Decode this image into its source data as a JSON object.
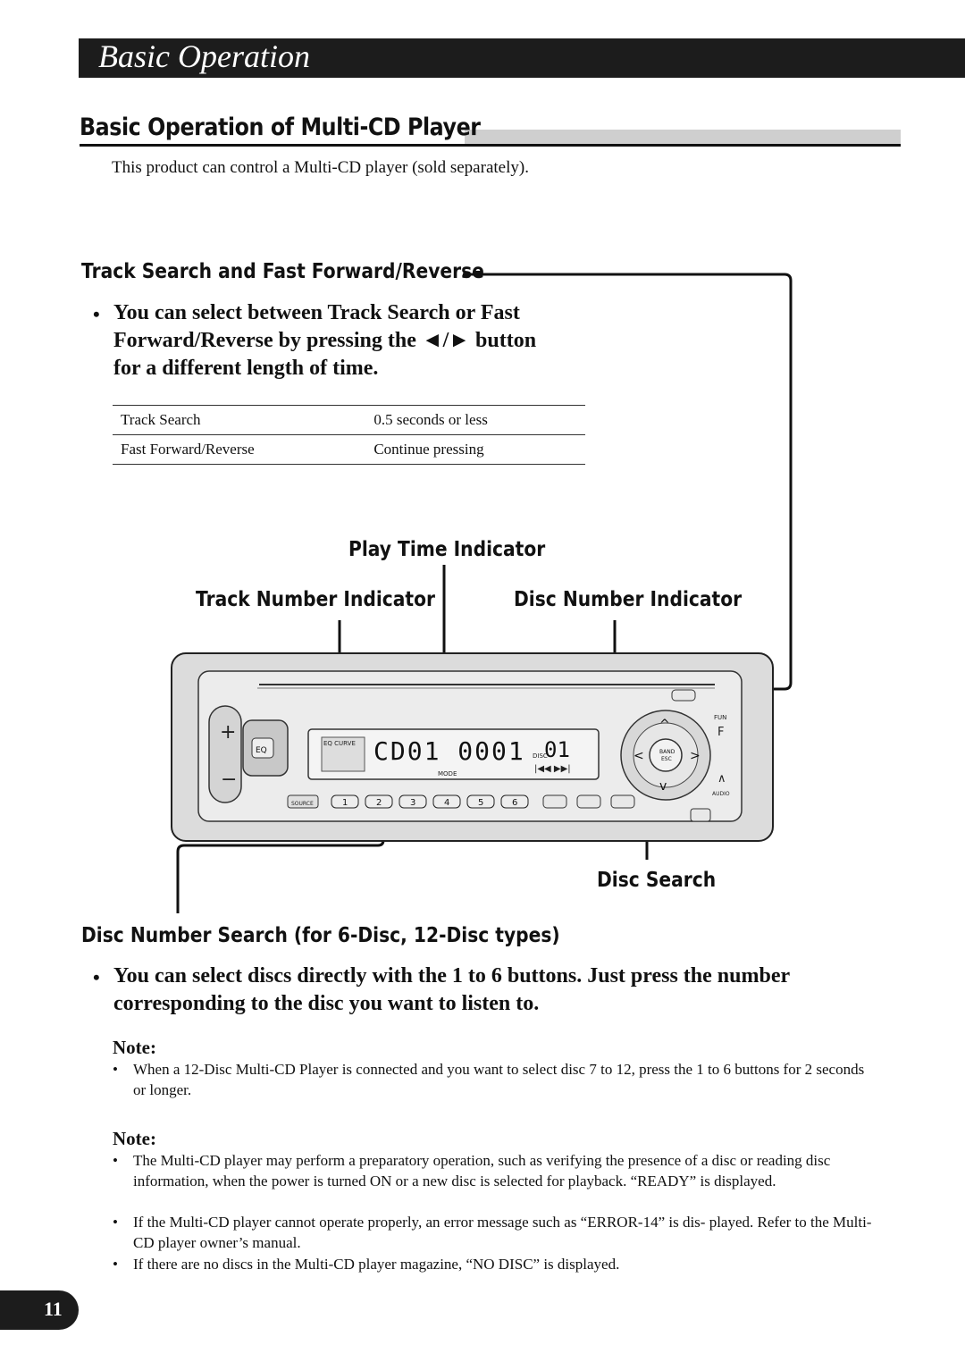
{
  "header": {
    "title": "Basic Operation"
  },
  "section": {
    "title": "Basic Operation of Multi-CD Player",
    "intro": "This product can control a Multi-CD player (sold separately)."
  },
  "track_search": {
    "heading": "Track Search and Fast Forward/Reverse",
    "bullet_line1": "You can select between Track Search or Fast",
    "bullet_line2": "Forward/Reverse by pressing the ◄/► button",
    "bullet_line3": "for a different length of time.",
    "table": [
      {
        "action": "Track Search",
        "timing": "0.5 seconds or less"
      },
      {
        "action": "Fast Forward/Reverse",
        "timing": "Continue pressing"
      }
    ]
  },
  "diagram": {
    "play_time_indicator": "Play Time Indicator",
    "track_number_indicator": "Track Number Indicator",
    "disc_number_indicator": "Disc Number Indicator",
    "disc_search": "Disc Search",
    "display_text": "CD01  0001",
    "disc_digits": "01",
    "disc_label": "DISC",
    "eq_curve": "EQ CURVE",
    "mode": "MODE",
    "eq_button": "EQ",
    "source_button": "SOURCE",
    "preset_buttons": [
      "1",
      "2",
      "3",
      "4",
      "5",
      "6"
    ],
    "fun_label": "FUN",
    "f_label": "F",
    "audio_label": "AUDIO",
    "band_esc": "BAND\nESC",
    "band": "BAND",
    "esc": "ESC"
  },
  "disc_number_search": {
    "heading": "Disc Number Search (for 6-Disc, 12-Disc types)",
    "bullet_line1": "You can select discs directly with the 1 to 6 buttons. Just press the number",
    "bullet_line2": "corresponding to the disc you want to listen to."
  },
  "note1": {
    "heading": "Note:",
    "items": [
      "When a 12-Disc Multi-CD Player is connected and you want to select disc 7 to 12, press the 1 to 6 buttons for 2 seconds or longer."
    ]
  },
  "note2": {
    "heading": "Note:",
    "items": [
      "The Multi-CD player may perform a preparatory operation, such as verifying the presence of a disc or reading disc information, when the power is turned ON or a new disc is selected for playback. “READY” is displayed.",
      "If the Multi-CD player cannot operate properly, an error message such as “ERROR-14” is dis- played. Refer to the Multi-CD player owner’s manual.",
      "If there are no discs in the Multi-CD player magazine, “NO DISC” is displayed."
    ]
  },
  "page_number": "11"
}
